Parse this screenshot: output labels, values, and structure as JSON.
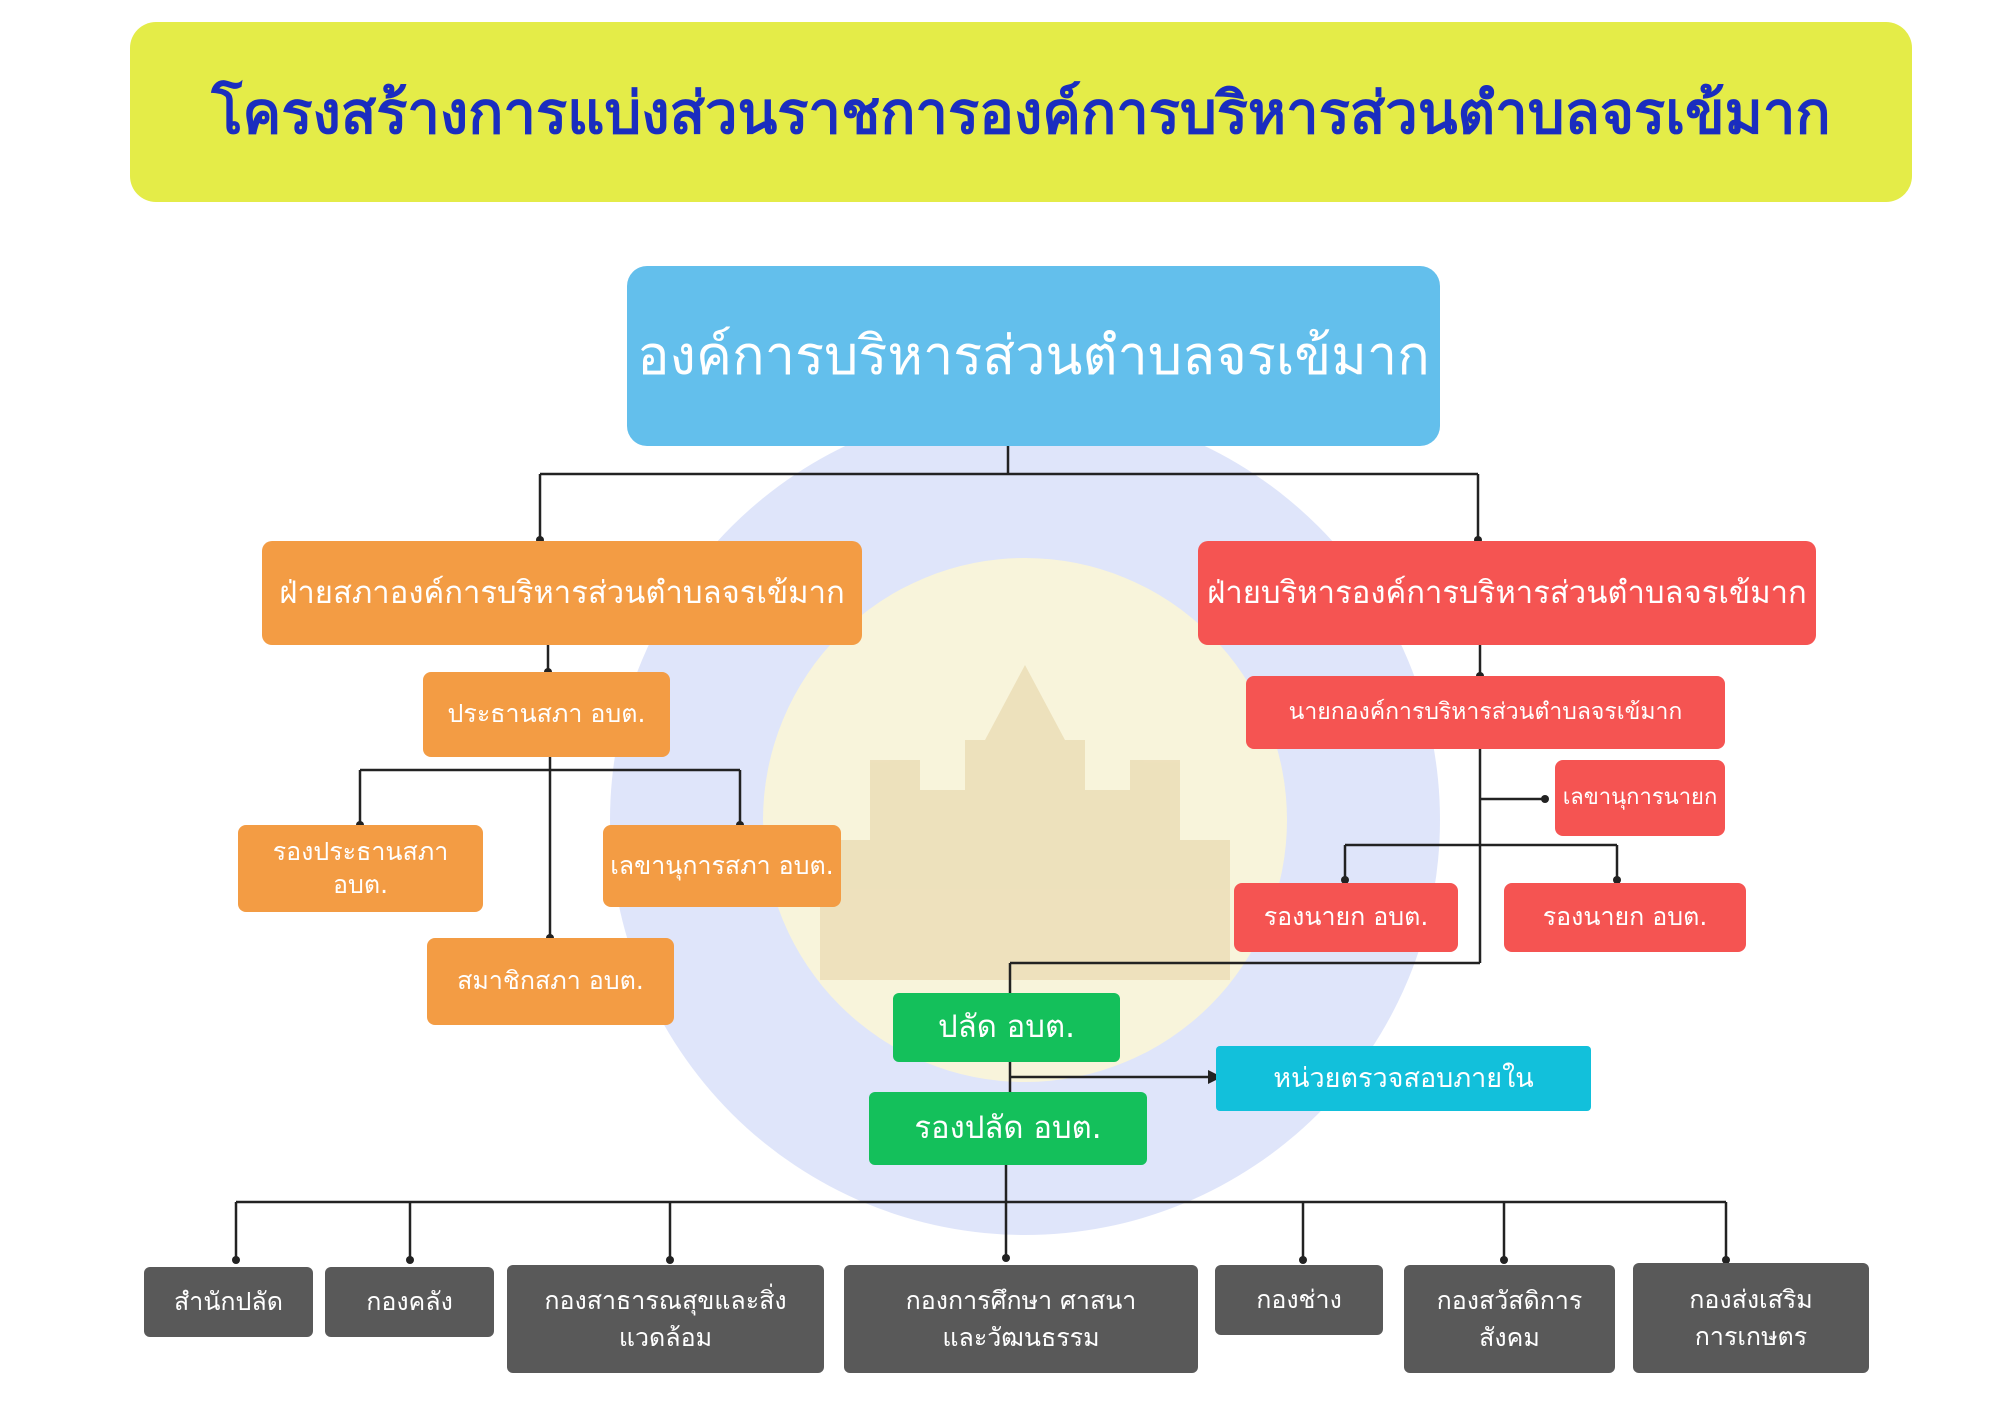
{
  "colors": {
    "banner_bg": "#e4ec48",
    "banner_text": "#1a2dbf",
    "org": "#63bfec",
    "council": "#f39c44",
    "executive": "#f55452",
    "green": "#14c05b",
    "audit": "#12c0db",
    "department": "#595959",
    "line": "#222222",
    "watermark_ring": "#c9d4f7",
    "watermark_center": "#fdf7d5"
  },
  "title": "โครงสร้างการแบ่งส่วนราชการองค์การบริหารส่วนตำบลจรเข้มาก",
  "org": {
    "label": "องค์การบริหารส่วนตำบลจรเข้มาก"
  },
  "council": {
    "label": "ฝ่ายสภาองค์การบริหารส่วนตำบลจรเข้มาก",
    "president": "ประธานสภา อบต.",
    "vice_president": "รองประธานสภา อบต.",
    "secretary": "เลขานุการสภา อบต.",
    "member": "สมาชิกสภา อบต."
  },
  "executive": {
    "label": "ฝ่ายบริหารองค์การบริหารส่วนตำบลจรเข้มาก",
    "mayor": "นายกองค์การบริหารส่วนตำบลจรเข้มาก",
    "secretary": "เลขานุการนายก",
    "deputy_1": "รองนายก อบต.",
    "deputy_2": "รองนายก อบต."
  },
  "admin": {
    "chief": "ปลัด อบต.",
    "deputy_chief": "รองปลัด อบต.",
    "audit": "หน่วยตรวจสอบภายใน"
  },
  "departments": [
    {
      "label": "สำนักปลัด"
    },
    {
      "label": "กองคลัง"
    },
    {
      "label": "กองสาธารณสุขและสิ่งแวดล้อม"
    },
    {
      "label": "กองการศึกษา ศาสนาและวัฒนธรรม"
    },
    {
      "label": "กองช่าง"
    },
    {
      "label": "กองสวัสดิการสังคม"
    },
    {
      "label": "กองส่งเสริมการเกษตร"
    }
  ]
}
